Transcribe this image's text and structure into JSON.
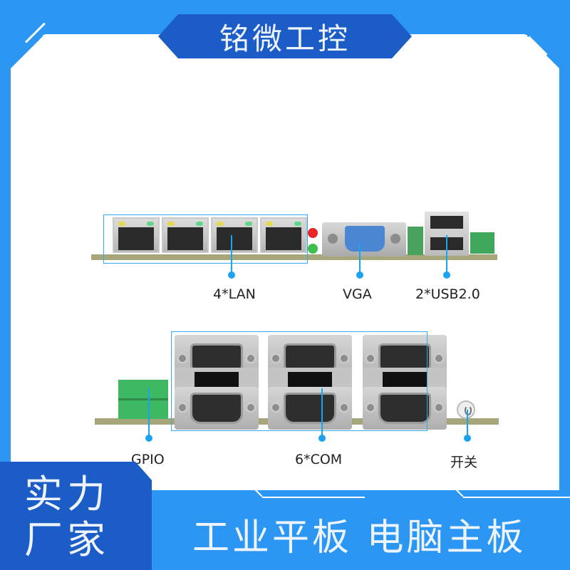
{
  "header": {
    "title": "铭微工控"
  },
  "top_panel": {
    "callouts": [
      {
        "id": "lan",
        "label": "4*LAN"
      },
      {
        "id": "vga",
        "label": "VGA"
      },
      {
        "id": "usb",
        "label": "2*USB2.0"
      }
    ]
  },
  "bottom_panel": {
    "callouts": [
      {
        "id": "gpio",
        "label": "GPIO"
      },
      {
        "id": "com",
        "label": "6*COM"
      },
      {
        "id": "power",
        "label": "开关"
      }
    ]
  },
  "footer": {
    "badge_line1": "实力",
    "badge_line2": "厂家",
    "slogan": "工业平板 电脑主板"
  },
  "colors": {
    "frame_blue": "#2b97f3",
    "badge_blue": "#1b5cc6",
    "callout_blue": "#1aa3f1"
  }
}
